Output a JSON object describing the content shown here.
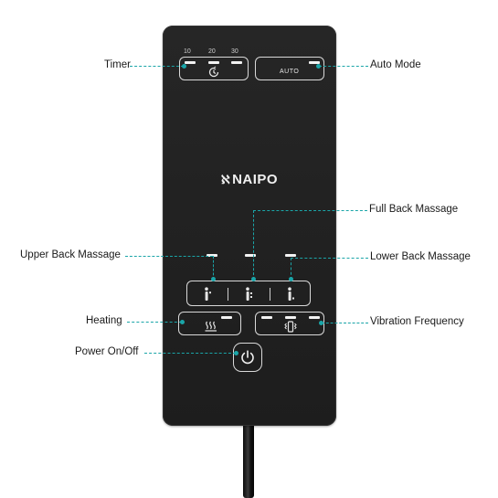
{
  "remote": {
    "brand": "NAIPO",
    "brand_mark": "ℵ",
    "timer_values": [
      "10",
      "20",
      "30"
    ],
    "auto_label": "AUTO"
  },
  "callouts": {
    "timer": "Timer",
    "auto_mode": "Auto Mode",
    "full_back": "Full Back Massage",
    "upper_back": "Upper Back Massage",
    "lower_back": "Lower Back Massage",
    "heating": "Heating",
    "vibration": "Vibration Frequency",
    "power": "Power On/Off"
  },
  "colors": {
    "callout": "#1aa5a8",
    "remote_body": "#222222",
    "icon": "#e6e6e6"
  },
  "icons": {
    "timer": "clock-icon",
    "upper_back": "upper-back-icon",
    "full_back": "full-back-icon",
    "lower_back": "lower-back-icon",
    "heating": "heat-waves-icon",
    "vibration": "vibration-icon",
    "power": "power-icon"
  }
}
